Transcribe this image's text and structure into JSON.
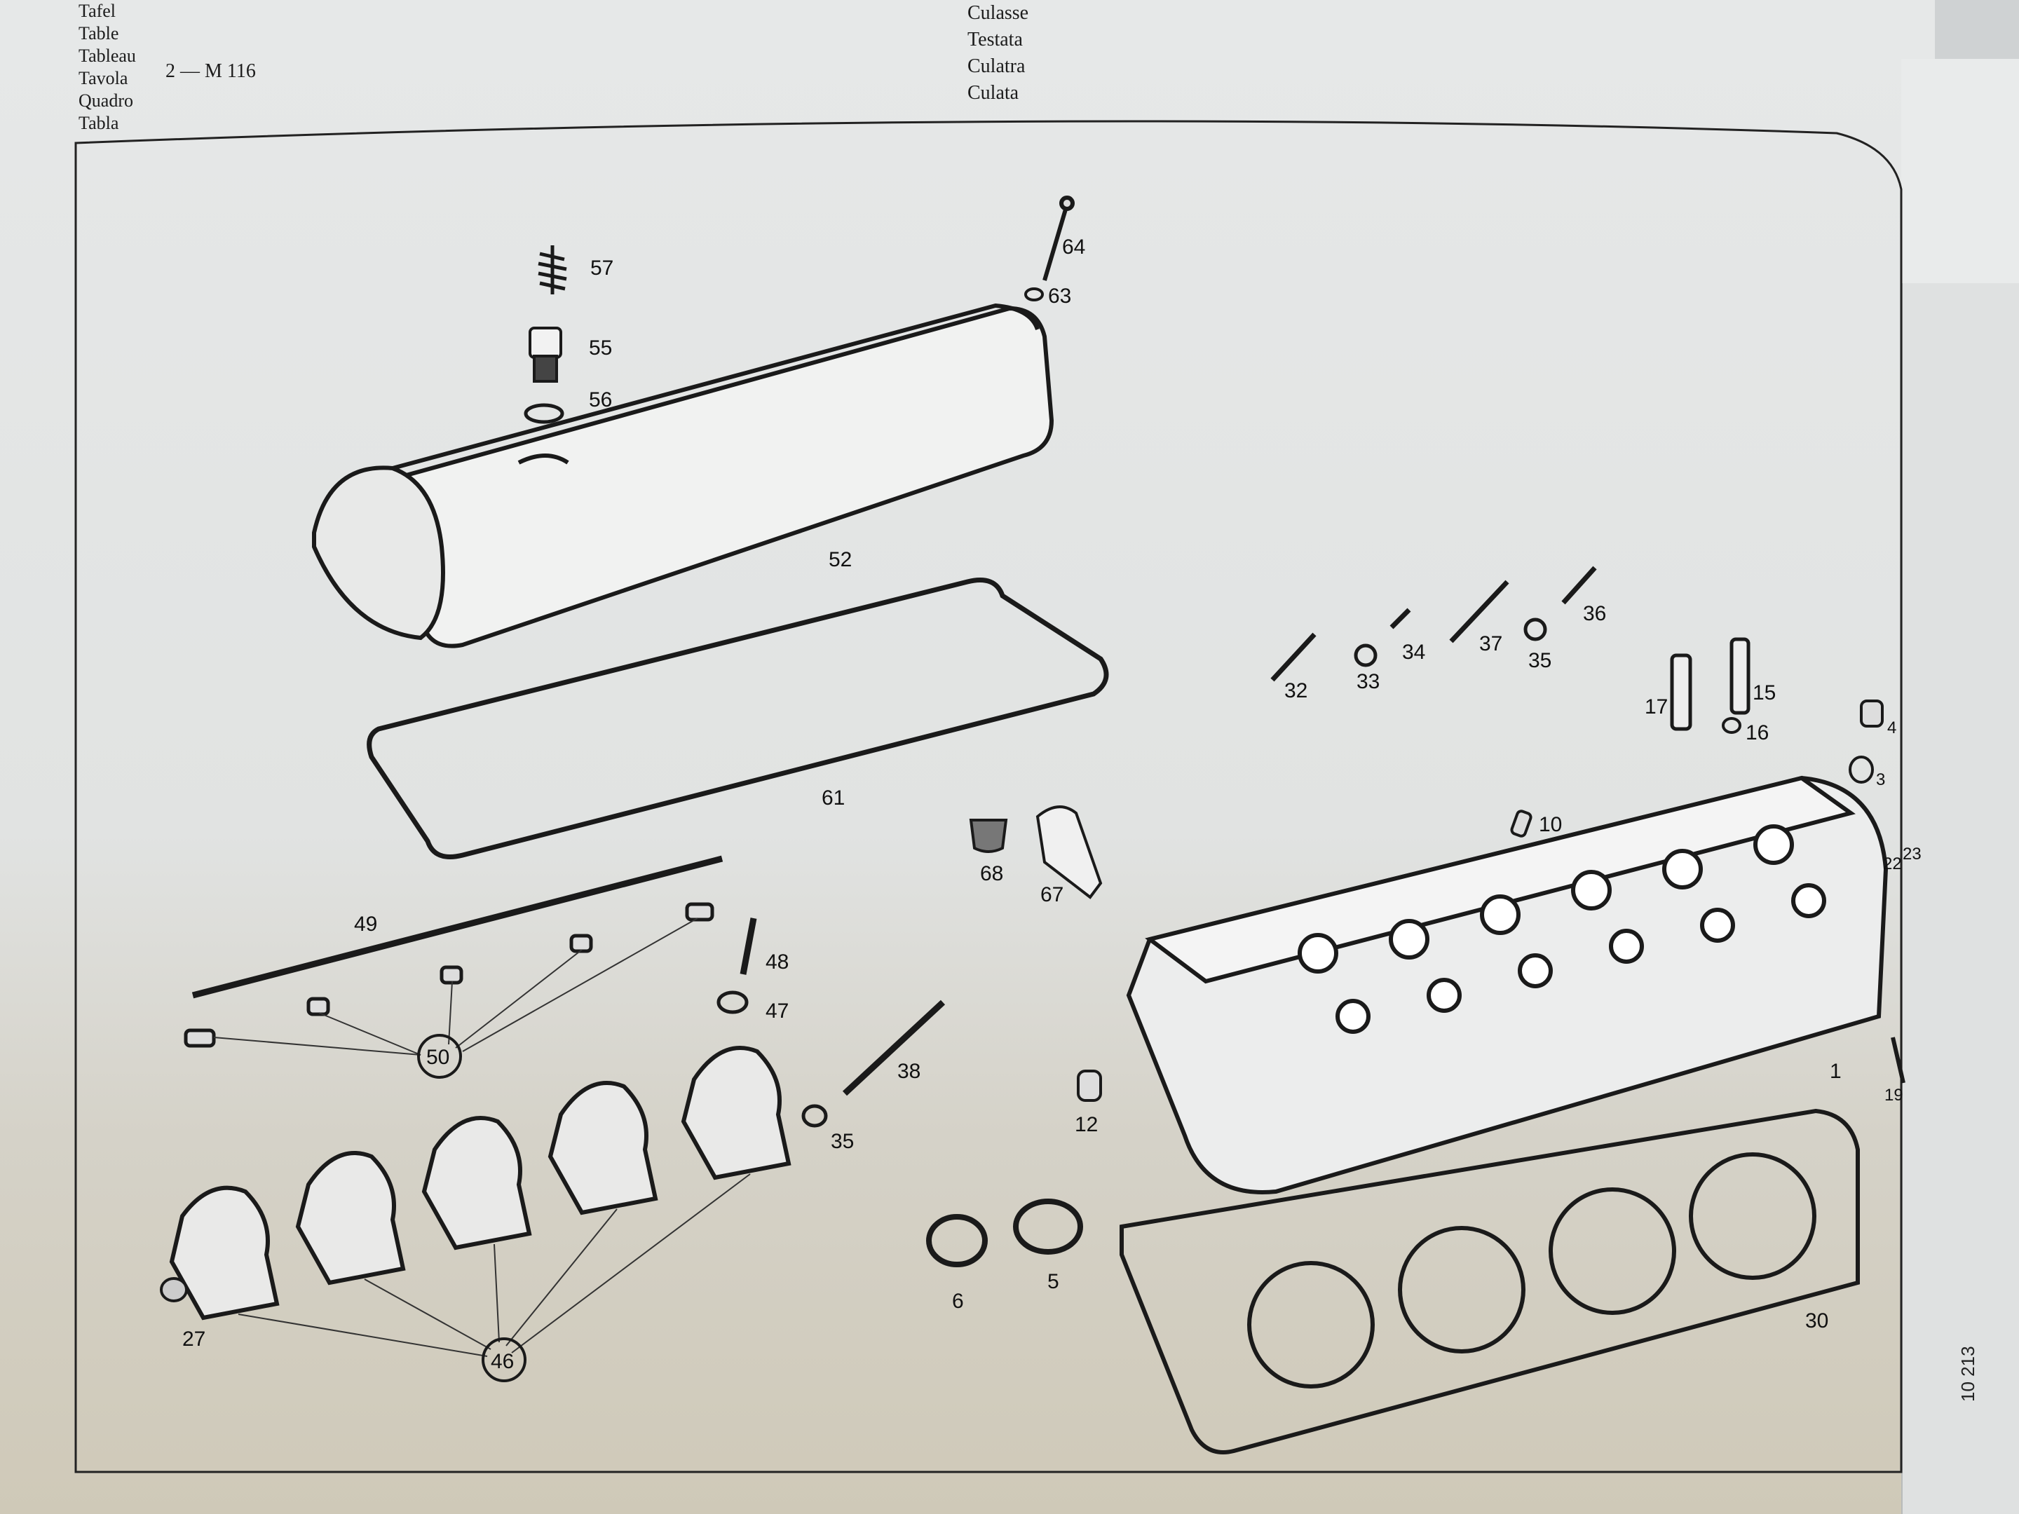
{
  "header": {
    "left_labels": [
      "Tafel",
      "Table",
      "Tableau",
      "Tavola",
      "Quadro",
      "Tabla"
    ],
    "table_code": "2 — M 116",
    "titles": [
      "Culasse",
      "Testata",
      "Culatra",
      "Culata"
    ]
  },
  "page_number": "10 213",
  "parts": {
    "p57": "57",
    "p55": "55",
    "p56": "56",
    "p52": "52",
    "p64": "64",
    "p63": "63",
    "p61": "61",
    "p32": "32",
    "p33": "33",
    "p34": "34",
    "p37": "37",
    "p35a": "35",
    "p36": "36",
    "p17": "17",
    "p15": "15",
    "p16": "16",
    "p4": "4",
    "p3": "3",
    "p10": "10",
    "p22": "22",
    "p23": "23",
    "p68": "68",
    "p67": "67",
    "p49": "49",
    "p48": "48",
    "p47": "47",
    "p50": "50",
    "p38": "38",
    "p35b": "35",
    "p12": "12",
    "p1": "1",
    "p19": "19",
    "p27": "27",
    "p46": "46",
    "p6": "6",
    "p5": "5",
    "p30": "30"
  }
}
